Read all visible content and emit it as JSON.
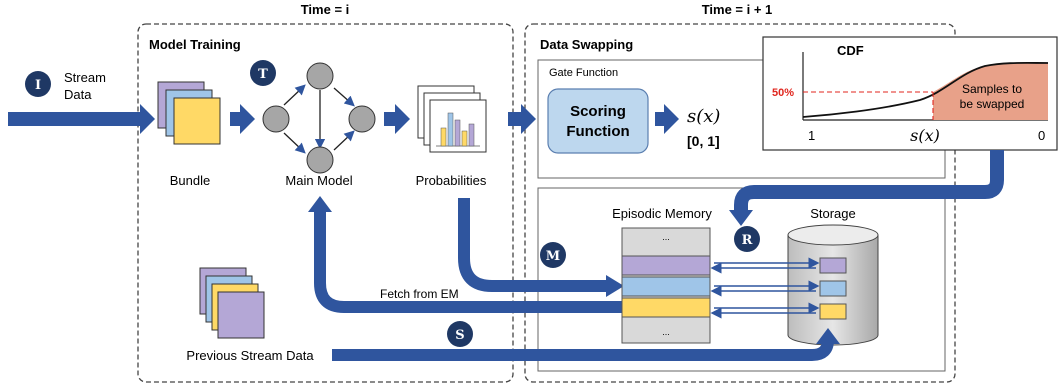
{
  "header": {
    "time_left": "Time = i",
    "time_right": "Time = i + 1"
  },
  "sections": {
    "model_training": "Model Training",
    "data_swapping": "Data Swapping",
    "gate_function": "Gate Function"
  },
  "badges": {
    "input": "I",
    "train": "T",
    "memory": "M",
    "replace": "R",
    "swap": "S"
  },
  "labels": {
    "stream_data_line1": "Stream",
    "stream_data_line2": "Data",
    "bundle": "Bundle",
    "main_model": "Main Model",
    "probabilities": "Probabilities",
    "scoring_line1": "Scoring",
    "scoring_line2": "Function",
    "score": "s(x)",
    "score_range": "[0, 1]",
    "episodic_memory": "Episodic Memory",
    "storage": "Storage",
    "fetch_from_em": "Fetch from EM",
    "previous_stream_data": "Previous Stream Data",
    "ellipsis": "..."
  },
  "cdf": {
    "title": "CDF",
    "threshold_label": "50%",
    "x_left": "1",
    "x_mid": "s(x)",
    "x_right": "0",
    "region_line1": "Samples to",
    "region_line2": "be swapped"
  },
  "colors": {
    "arrow": "#2f559e",
    "badge": "#1f3864",
    "purple": "#b4a7d6",
    "blue": "#9fc5e8",
    "yellow": "#ffd966",
    "scoring_fill": "#bdd7ee",
    "cdf_region": "#e8a189",
    "threshold": "#e0261e",
    "node": "#a6a6a6"
  }
}
